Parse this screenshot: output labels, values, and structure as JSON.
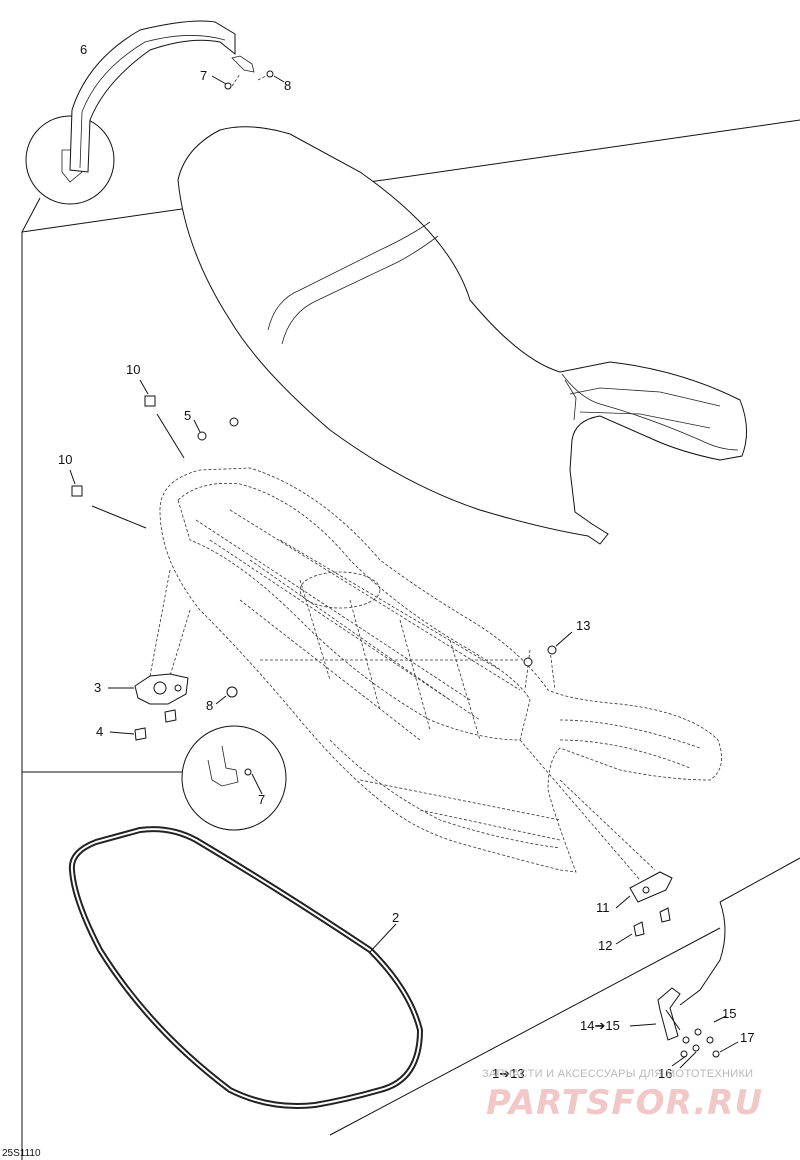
{
  "diagram_code": "25S1110",
  "callouts": {
    "c1": "1➔13",
    "c2": "2",
    "c3": "3",
    "c4": "4",
    "c5": "5",
    "c6": "6",
    "c7a": "7",
    "c7b": "7",
    "c8a": "8",
    "c8b": "8",
    "c10a": "10",
    "c10b": "10",
    "c11": "11",
    "c12": "12",
    "c13": "13",
    "c14": "14➔15",
    "c15": "15",
    "c16": "16",
    "c17": "17"
  },
  "watermark": {
    "tagline": "ЗАПЧАСТИ И АКСЕССУАРЫ ДЛЯ МОТОТЕХНИКИ",
    "logo": "PARTSFOR.RU"
  }
}
